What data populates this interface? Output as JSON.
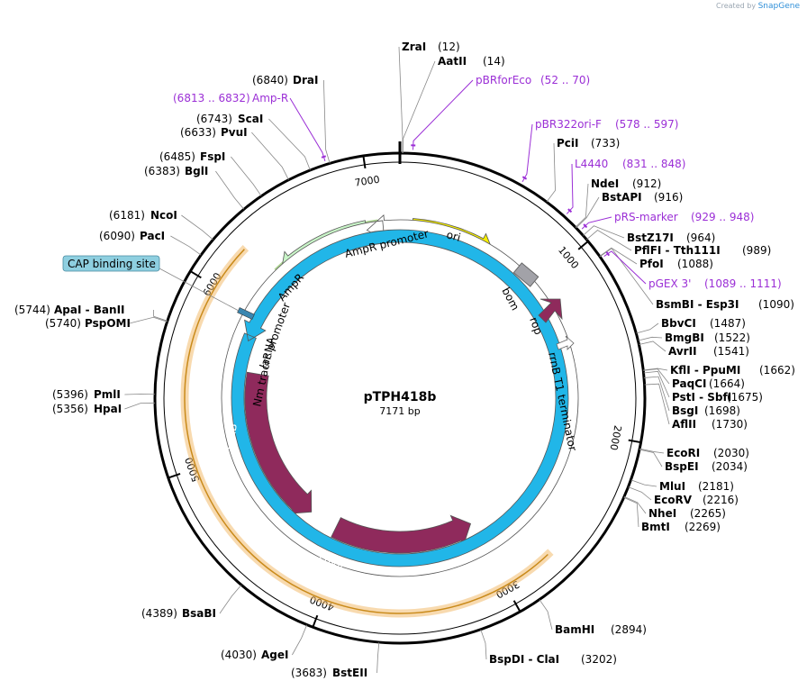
{
  "credit": {
    "prefix": "Created by",
    "brand": "SnapGene"
  },
  "plasmid": {
    "name": "pTPH418b",
    "size_label": "7171 bp",
    "length": 7171
  },
  "colors": {
    "backbone": "#000000",
    "primer": "#9b2fd6",
    "lux": "#8f2a5c",
    "ori": "#f6ee00",
    "ampr": "#c9f5c8",
    "rop": "#8f2a5c",
    "bom": "#a2a2a8",
    "cap": "#8ecfe0",
    "orange": "#f2b660"
  },
  "ticks": [
    "1000",
    "2000",
    "3000",
    "4000",
    "5000",
    "6000",
    "7000"
  ],
  "sites": [
    {
      "name": "ZraI",
      "pos": "(12)"
    },
    {
      "name": "AatII",
      "pos": "(14)"
    },
    {
      "name": "PciI",
      "pos": "(733)"
    },
    {
      "name": "NdeI",
      "pos": "(912)"
    },
    {
      "name": "BstAPI",
      "pos": "(916)"
    },
    {
      "name": "BstZ17I",
      "pos": "(964)"
    },
    {
      "name": "PflFI  -  Tth111I",
      "pos": "(989)"
    },
    {
      "name": "PfoI",
      "pos": "(1088)"
    },
    {
      "name": "BsmBI  -  Esp3I",
      "pos": "(1090)"
    },
    {
      "name": "BbvCI",
      "pos": "(1487)"
    },
    {
      "name": "BmgBI",
      "pos": "(1522)"
    },
    {
      "name": "AvrII",
      "pos": "(1541)"
    },
    {
      "name": "KflI  -  PpuMI",
      "pos": "(1662)"
    },
    {
      "name": "PaqCI",
      "pos": "(1664)"
    },
    {
      "name": "PstI  -  SbfI",
      "pos": "(1675)"
    },
    {
      "name": "BsgI",
      "pos": "(1698)"
    },
    {
      "name": "AflII",
      "pos": "(1730)"
    },
    {
      "name": "EcoRI",
      "pos": "(2030)"
    },
    {
      "name": "BspEI",
      "pos": "(2034)"
    },
    {
      "name": "MluI",
      "pos": "(2181)"
    },
    {
      "name": "EcoRV",
      "pos": "(2216)"
    },
    {
      "name": "NheI",
      "pos": "(2265)"
    },
    {
      "name": "BmtI",
      "pos": "(2269)"
    },
    {
      "name": "BamHI",
      "pos": "(2894)"
    },
    {
      "name": "BspDI  -  ClaI",
      "pos": "(3202)"
    },
    {
      "name": "BstEII",
      "pos": "(3683)"
    },
    {
      "name": "AgeI",
      "pos": "(4030)"
    },
    {
      "name": "BsaBI",
      "pos": "(4389)"
    },
    {
      "name": "HpaI",
      "pos": "(5356)"
    },
    {
      "name": "PmlI",
      "pos": "(5396)"
    },
    {
      "name": "PspOMI",
      "pos": "(5740)"
    },
    {
      "name": "ApaI  -  BanII",
      "pos": "(5744)"
    },
    {
      "name": "PacI",
      "pos": "(6090)"
    },
    {
      "name": "NcoI",
      "pos": "(6181)"
    },
    {
      "name": "BglI",
      "pos": "(6383)"
    },
    {
      "name": "FspI",
      "pos": "(6485)"
    },
    {
      "name": "PvuI",
      "pos": "(6633)"
    },
    {
      "name": "ScaI",
      "pos": "(6743)"
    },
    {
      "name": "DraI",
      "pos": "(6840)"
    }
  ],
  "primers": [
    {
      "name": "pBRforEco",
      "range": "(52 .. 70)"
    },
    {
      "name": "pBR322ori-F",
      "range": "(578 .. 597)"
    },
    {
      "name": "L4440",
      "range": "(831 .. 848)"
    },
    {
      "name": "pRS-marker",
      "range": "(929 .. 948)"
    },
    {
      "name": "pGEX 3'",
      "range": "(1089 .. 1111)"
    },
    {
      "name": "Amp-R",
      "range": "(6813 .. 6832)"
    }
  ],
  "features": {
    "ori": "ori",
    "bom": "bom",
    "rop": "rop",
    "rrnb": "rrnB T1 terminator",
    "ampr_promoter": "AmpR promoter",
    "ampr": "AmpR",
    "lac_promoter": "lac promoter",
    "nm_tracrrna": "Nm tracrRNA",
    "luxb": "LuxB",
    "luxa": "LuxA",
    "cap": "CAP binding site"
  }
}
